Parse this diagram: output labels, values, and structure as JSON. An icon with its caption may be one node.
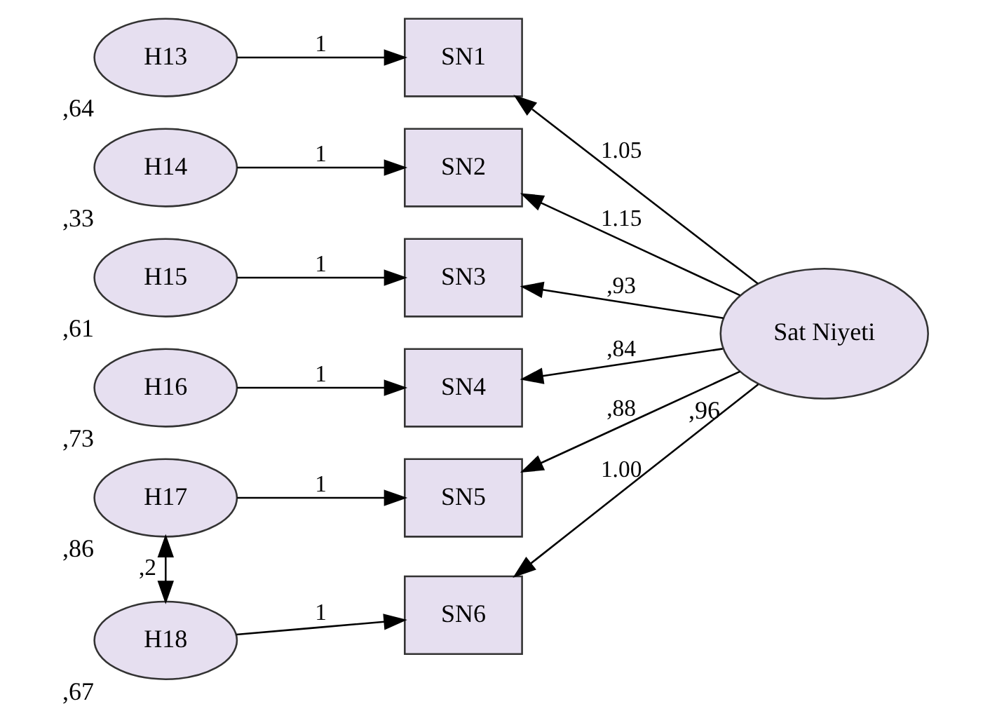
{
  "diagram": {
    "nodes": [
      {
        "text": [
          "H13"
        ],
        "beside": [
          ",64"
        ]
      },
      {
        "text": [
          "H14"
        ],
        "beside": [
          ",33"
        ]
      },
      {
        "text": [
          "H15"
        ],
        "beside": [
          ",61"
        ]
      },
      {
        "text": [
          "H16"
        ],
        "beside": [
          ",73"
        ]
      },
      {
        "text": [
          "H17"
        ],
        "beside": [
          ",86"
        ]
      },
      {
        "text": [
          "H18"
        ],
        "beside": [
          ",67"
        ]
      },
      {
        "text": [
          "SN1"
        ]
      },
      {
        "text": [
          "SN2"
        ]
      },
      {
        "text": [
          "SN3"
        ]
      },
      {
        "text": [
          "SN4"
        ]
      },
      {
        "text": [
          "SN5"
        ]
      },
      {
        "text": [
          "SN6"
        ]
      },
      {
        "text": [
          "Sat Niyeti"
        ],
        "beside": [
          ",96"
        ]
      }
    ],
    "edges": [
      {
        "from": 0,
        "to": 6,
        "arrow": "to",
        "label": "1"
      },
      {
        "from": 1,
        "to": 7,
        "arrow": "to",
        "label": "1"
      },
      {
        "from": 2,
        "to": 8,
        "arrow": "to",
        "label": "1"
      },
      {
        "from": 3,
        "to": 9,
        "arrow": "to",
        "label": "1"
      },
      {
        "from": 4,
        "to": 10,
        "arrow": "to",
        "label": "1"
      },
      {
        "from": 5,
        "to": 11,
        "arrow": "to",
        "label": "1"
      },
      {
        "from": 12,
        "to": 6,
        "arrow": "to",
        "label": "1.05"
      },
      {
        "from": 12,
        "to": 7,
        "arrow": "to",
        "label": "1.15"
      },
      {
        "from": 12,
        "to": 8,
        "arrow": "to",
        "label": ",93"
      },
      {
        "from": 12,
        "to": 9,
        "arrow": "to",
        "label": ",84"
      },
      {
        "from": 12,
        "to": 10,
        "arrow": "to",
        "label": ",88"
      },
      {
        "from": 12,
        "to": 11,
        "arrow": "to",
        "label": "1.00"
      },
      {
        "from": 4,
        "to": 5,
        "arrow": "both",
        "label": ",2"
      }
    ]
  }
}
